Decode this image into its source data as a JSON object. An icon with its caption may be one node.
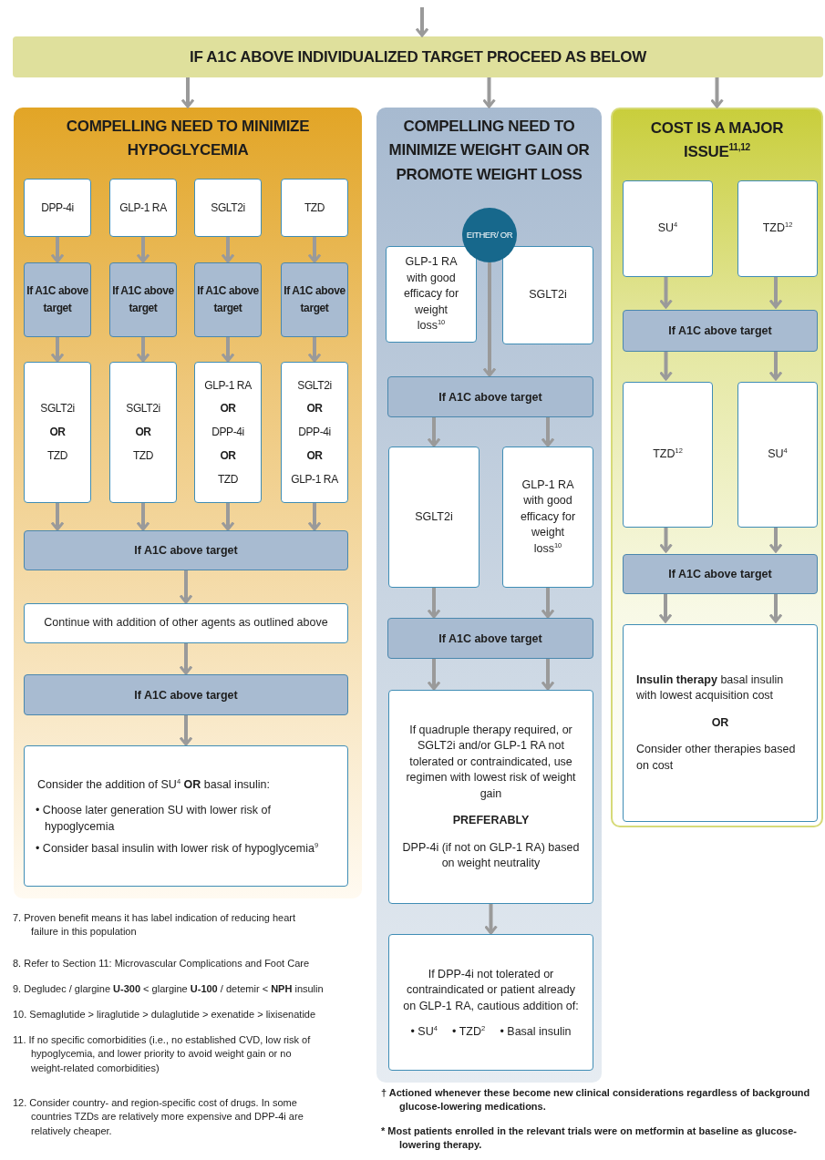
{
  "diagram": {
    "nodes": [
      {
        "text": [
          "IF A1C ABOVE INDIVIDUALIZED TARGET PROCEED AS BELOW"
        ]
      },
      {
        "text": [
          "COMPELLING NEED TO MINIMIZE HYPOGLYCEMIA"
        ]
      },
      {
        "text": [
          "DPP-4i"
        ],
        "in": 1
      },
      {
        "text": [
          "GLP-1 RA"
        ],
        "in": 1
      },
      {
        "text": [
          "SGLT2i"
        ],
        "in": 1
      },
      {
        "text": [
          "TZD"
        ],
        "in": 1
      },
      {
        "text": [
          "If A1C above target"
        ],
        "in": 1
      },
      {
        "text": [
          "If A1C above target"
        ],
        "in": 1
      },
      {
        "text": [
          "If A1C above target"
        ],
        "in": 1
      },
      {
        "text": [
          "If A1C above target"
        ],
        "in": 1
      },
      {
        "text": [
          "SGLT2i",
          "OR",
          "TZD"
        ],
        "in": 1
      },
      {
        "text": [
          "SGLT2i",
          "OR",
          "TZD"
        ],
        "in": 1
      },
      {
        "text": [
          "GLP-1 RA",
          "OR",
          "DPP-4i",
          "OR",
          "TZD"
        ],
        "in": 1
      },
      {
        "text": [
          "SGLT2i",
          "OR",
          "DPP-4i",
          "OR",
          "GLP-1 RA"
        ],
        "in": 1
      },
      {
        "text": [
          "If A1C above target"
        ],
        "in": 1
      },
      {
        "text": [
          "Continue with addition of other agents as outlined above"
        ],
        "in": 1
      },
      {
        "text": [
          "If A1C above target"
        ],
        "in": 1
      },
      {
        "text": [
          "Consider the addition of SU$^{4}$ **OR** basal insulin:",
          "• Choose later generation SU with lower risk of hypoglycemia",
          "• Consider basal insulin with lower risk of hypoglycemia$^{9}$"
        ],
        "in": 1
      },
      {
        "text": [
          "COMPELLING NEED TO MINIMIZE WEIGHT GAIN OR PROMOTE WEIGHT LOSS"
        ]
      },
      {
        "text": [
          "EITHER/ OR"
        ],
        "in": 18
      },
      {
        "text": [
          "GLP-1 RA with good efficacy for weight loss$^{10}$"
        ],
        "in": 18
      },
      {
        "text": [
          "SGLT2i"
        ],
        "in": 18
      },
      {
        "text": [
          "If A1C above target"
        ],
        "in": 18
      },
      {
        "text": [
          "SGLT2i"
        ],
        "in": 18
      },
      {
        "text": [
          "GLP-1 RA with good efficacy for weight loss$^{10}$"
        ],
        "in": 18
      },
      {
        "text": [
          "If A1C above target"
        ],
        "in": 18
      },
      {
        "text": [
          "If quadruple therapy required, or SGLT2i and/or GLP-1 RA not tolerated or contraindicated, use regimen with lowest risk of weight gain",
          "PREFERABLY",
          "DPP-4i (if not on GLP-1 RA) based on weight neutrality"
        ],
        "in": 18
      },
      {
        "text": [
          "If DPP-4i not tolerated or contraindicated or patient already on GLP-1 RA, cautious addition of:",
          "• SU$^{4}$",
          "• TZD$^{2}$",
          "• Basal insulin"
        ],
        "in": 18
      },
      {
        "text": [
          "COST IS A MAJOR ISSUE$^{11,12}$"
        ]
      },
      {
        "text": [
          "SU$^{4}$"
        ],
        "in": 28
      },
      {
        "text": [
          "TZD$^{12}$"
        ],
        "in": 28
      },
      {
        "text": [
          "If A1C above target"
        ],
        "in": 28
      },
      {
        "text": [
          "TZD$^{12}$"
        ],
        "in": 28
      },
      {
        "text": [
          "SU$^{4}$"
        ],
        "in": 28
      },
      {
        "text": [
          "If A1C above target"
        ],
        "in": 28
      },
      {
        "text": [
          "**Insulin therapy** basal insulin with lowest acquisition cost",
          "OR",
          "Consider other therapies based on cost"
        ],
        "in": 28
      }
    ],
    "edges": [
      {
        "from": null,
        "to": 0,
        "arrow": "to"
      },
      {
        "from": 0,
        "to": 1,
        "arrow": "to"
      },
      {
        "from": 0,
        "to": 18,
        "arrow": "to"
      },
      {
        "from": 0,
        "to": 28,
        "arrow": "to"
      },
      {
        "from": 2,
        "to": 6,
        "arrow": "to"
      },
      {
        "from": 3,
        "to": 7,
        "arrow": "to"
      },
      {
        "from": 4,
        "to": 8,
        "arrow": "to"
      },
      {
        "from": 5,
        "to": 9,
        "arrow": "to"
      },
      {
        "from": 6,
        "to": 10,
        "arrow": "to"
      },
      {
        "from": 7,
        "to": 11,
        "arrow": "to"
      },
      {
        "from": 8,
        "to": 12,
        "arrow": "to"
      },
      {
        "from": 9,
        "to": 13,
        "arrow": "to"
      },
      {
        "from": 10,
        "to": 14,
        "arrow": "to"
      },
      {
        "from": 11,
        "to": 14,
        "arrow": "to"
      },
      {
        "from": 12,
        "to": 14,
        "arrow": "to"
      },
      {
        "from": 13,
        "to": 14,
        "arrow": "to"
      },
      {
        "from": 14,
        "to": 15,
        "arrow": "to"
      },
      {
        "from": 15,
        "to": 16,
        "arrow": "to"
      },
      {
        "from": 16,
        "to": 17,
        "arrow": "to"
      },
      {
        "from": 19,
        "to": 22,
        "arrow": "to"
      },
      {
        "from": 22,
        "to": 23,
        "arrow": "to"
      },
      {
        "from": 22,
        "to": 24,
        "arrow": "to"
      },
      {
        "from": 23,
        "to": 25,
        "arrow": "to"
      },
      {
        "from": 24,
        "to": 25,
        "arrow": "to"
      },
      {
        "from": 25,
        "to": 26,
        "arrow": "to"
      },
      {
        "from": 25,
        "to": 26,
        "arrow": "to"
      },
      {
        "from": 26,
        "to": 27,
        "arrow": "to"
      },
      {
        "from": 29,
        "to": 31,
        "arrow": "to"
      },
      {
        "from": 30,
        "to": 31,
        "arrow": "to"
      },
      {
        "from": 31,
        "to": 32,
        "arrow": "to"
      },
      {
        "from": 31,
        "to": 33,
        "arrow": "to"
      },
      {
        "from": 32,
        "to": 34,
        "arrow": "to"
      },
      {
        "from": 33,
        "to": 34,
        "arrow": "to"
      },
      {
        "from": 34,
        "to": 35,
        "arrow": "to"
      },
      {
        "from": 34,
        "to": 35,
        "arrow": "to"
      }
    ],
    "labels": [
      "7. Proven benefit means it has label indication of reducing heart failure in this population",
      "8. Refer to Section 11: Microvascular Complications and Foot Care",
      "9. Degludec / glargine **U-300** < glargine **U-100** / detemir < **NPH** insulin",
      "10. Semaglutide > liraglutide > dulaglutide > exenatide > lixisenatide",
      "11. If no specific comorbidities (i.e., no established CVD, low risk of hypoglycemia, and lower priority to avoid weight gain or no weight-related comorbidities)",
      "12. Consider country- and region-specific cost of drugs. In some countries TZDs are relatively more expensive and DPP-4i are relatively cheaper.",
      "† Actioned whenever these become new clinical considerations regardless of background glucose-lowering medications.",
      "* Most patients enrolled in the relevant trials were on metformin at baseline as glucose-lowering therapy."
    ]
  }
}
